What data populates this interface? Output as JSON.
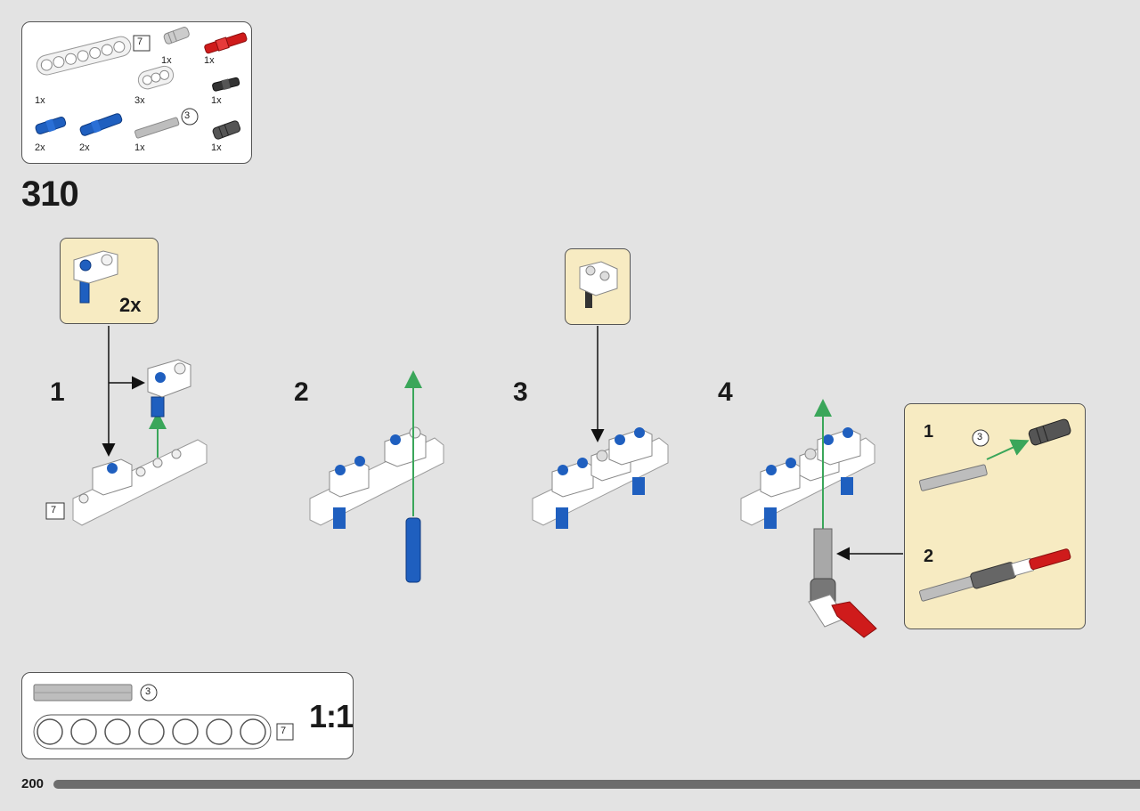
{
  "parts_list": {
    "items": [
      {
        "name": "beam-7",
        "qty": "1x",
        "length_marker": "7"
      },
      {
        "name": "pin-connector-grey",
        "qty": "1x"
      },
      {
        "name": "axle-red",
        "qty": "1x"
      },
      {
        "name": "beam-3",
        "qty": "3x"
      },
      {
        "name": "pin-black",
        "qty": "1x"
      },
      {
        "name": "pin-blue-short",
        "qty": "2x"
      },
      {
        "name": "pin-blue-long",
        "qty": "2x"
      },
      {
        "name": "axle-3",
        "qty": "1x",
        "length_marker": "3"
      },
      {
        "name": "connector-black",
        "qty": "1x"
      }
    ]
  },
  "step": {
    "number": "310"
  },
  "substeps": [
    {
      "label": "1",
      "callout_qty": "2x",
      "length_marker": "7"
    },
    {
      "label": "2"
    },
    {
      "label": "3"
    },
    {
      "label": "4"
    }
  ],
  "sub_callout": {
    "steps": [
      {
        "label": "1",
        "length_marker": "3"
      },
      {
        "label": "2"
      }
    ]
  },
  "scale_reference": {
    "label": "1:1",
    "axle_marker": "3",
    "beam_marker": "7"
  },
  "page": {
    "number": "200",
    "progress": 1.0
  },
  "colors": {
    "background": "#e3e3e3",
    "callout": "#f7ebc2",
    "arrow_green": "#3aa65a",
    "part_blue": "#1f5fbf",
    "part_red": "#cf1b1b",
    "part_white": "#ffffff"
  }
}
